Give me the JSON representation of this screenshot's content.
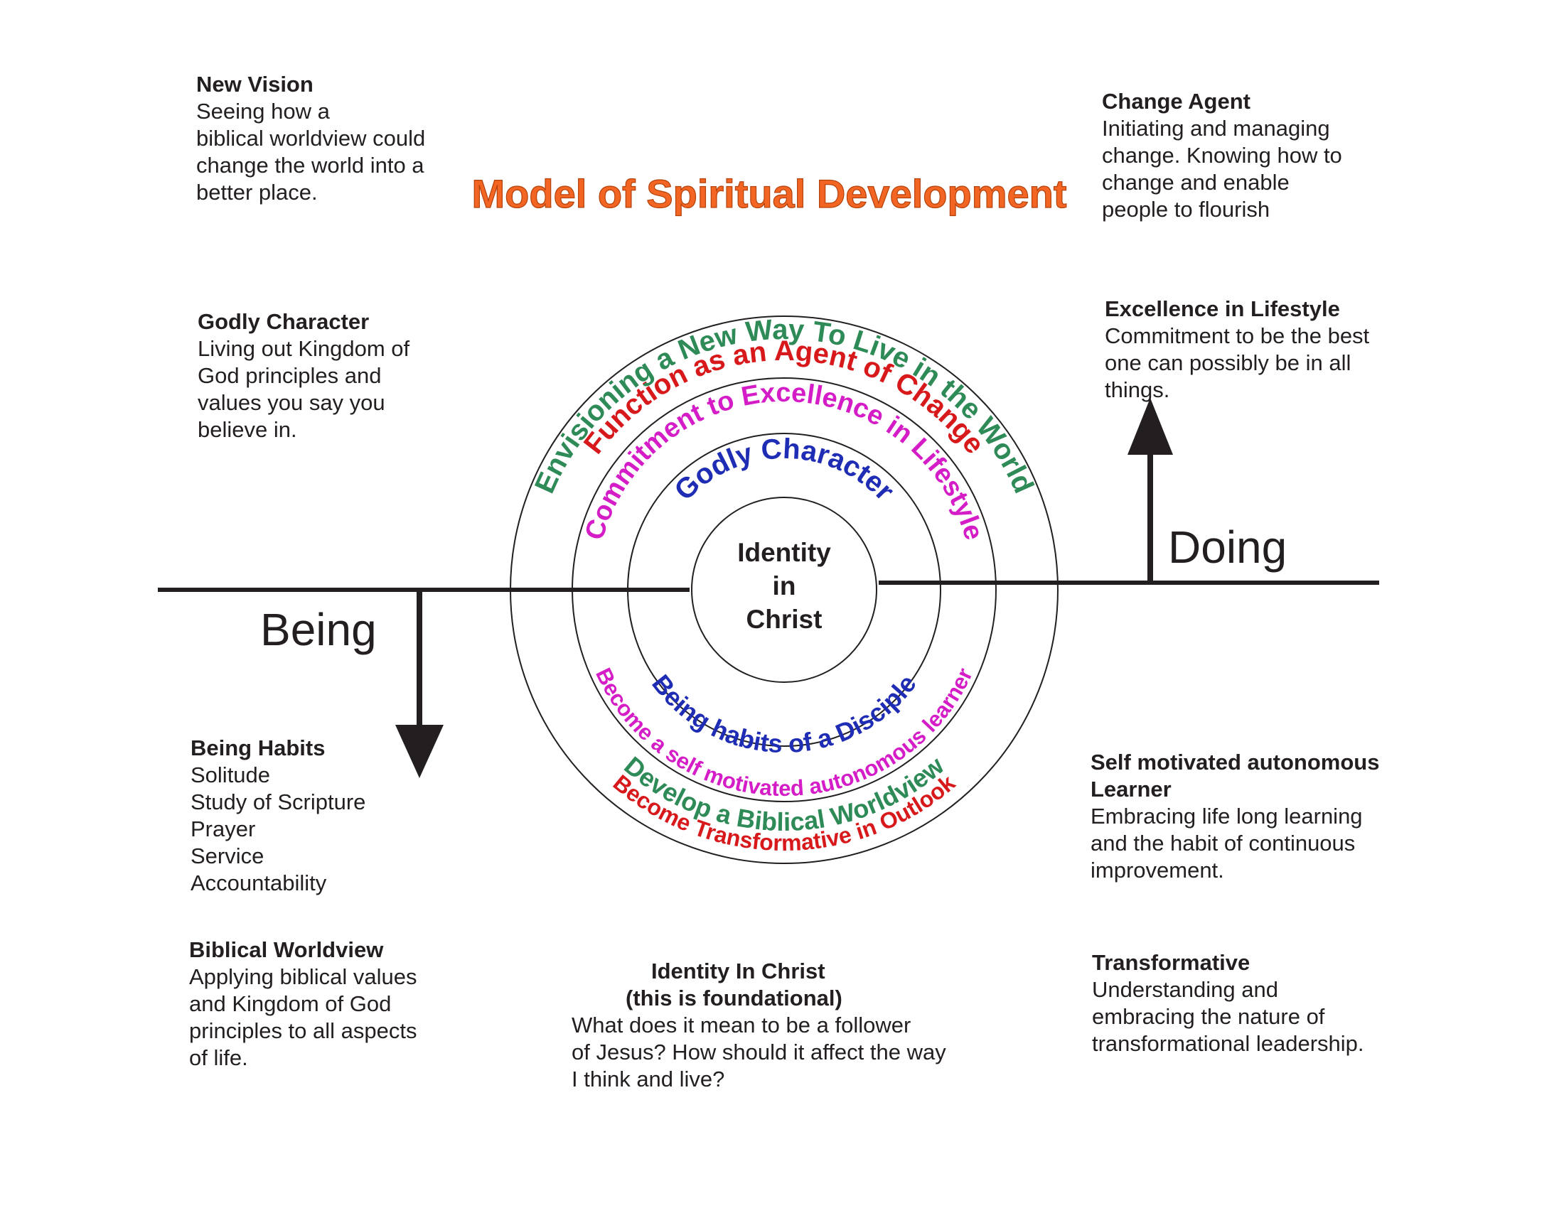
{
  "title": "Model of Spiritual Development",
  "center": {
    "lines": [
      "Identity",
      "in",
      "Christ"
    ]
  },
  "axes": {
    "doing": "Doing",
    "being": "Being"
  },
  "rings": {
    "upper": [
      {
        "text": "Function as an Agent of Change",
        "color": "#d7191c"
      },
      {
        "text": "Envisioning a New Way To Live in the World",
        "color": "#2e8b57"
      },
      {
        "text": "Commitment to Excellence in Lifestyle",
        "color": "#d41cc7"
      },
      {
        "text": "Godly Character",
        "color": "#1f2db5"
      }
    ],
    "lower": [
      {
        "text": "Being habits of a Disciple",
        "color": "#1f2db5"
      },
      {
        "text": "Become a self motivated autonomous learner",
        "color": "#d41cc7"
      },
      {
        "text": "Develop a Biblical Worldview",
        "color": "#2e8b57"
      },
      {
        "text": "Become Transformative in Outlook",
        "color": "#d7191c"
      }
    ]
  },
  "blocks": {
    "new_vision": {
      "heading": "New Vision",
      "lines": [
        "Seeing how a",
        "biblical worldview could",
        "change the world into a",
        "better place."
      ]
    },
    "godly_character": {
      "heading": "Godly Character",
      "lines": [
        "Living out Kingdom of",
        "God principles and",
        "values you say you",
        "believe in."
      ]
    },
    "being_habits": {
      "heading": "Being Habits",
      "lines": [
        "Solitude",
        "Study of Scripture",
        "Prayer",
        "Service",
        "Accountability"
      ]
    },
    "biblical_worldview": {
      "heading": "Biblical Worldview",
      "lines": [
        "Applying biblical values",
        "and Kingdom of God",
        "principles to all aspects",
        "of life."
      ]
    },
    "identity_in_christ": {
      "heading": "Identity In Christ",
      "subheading": "(this is foundational)",
      "lines": [
        "What does it mean to be a follower",
        "of Jesus? How should it affect the way",
        "I think and live?"
      ]
    },
    "change_agent": {
      "heading": "Change Agent",
      "lines": [
        "Initiating and managing",
        "change. Knowing how to",
        "change and enable",
        "people to flourish"
      ]
    },
    "excellence_in_lifestyle": {
      "heading": "Excellence in Lifestyle",
      "lines": [
        "Commitment to be the best",
        "one can possibly be in all",
        "things."
      ]
    },
    "self_motivated_learner": {
      "heading": "Self motivated autonomous",
      "heading2": "Learner",
      "lines": [
        "Embracing life long learning",
        "and the habit of continuous",
        "improvement."
      ]
    },
    "transformative": {
      "heading": "Transformative",
      "lines": [
        "Understanding and",
        "embracing the nature of",
        "transformational leadership."
      ]
    }
  }
}
